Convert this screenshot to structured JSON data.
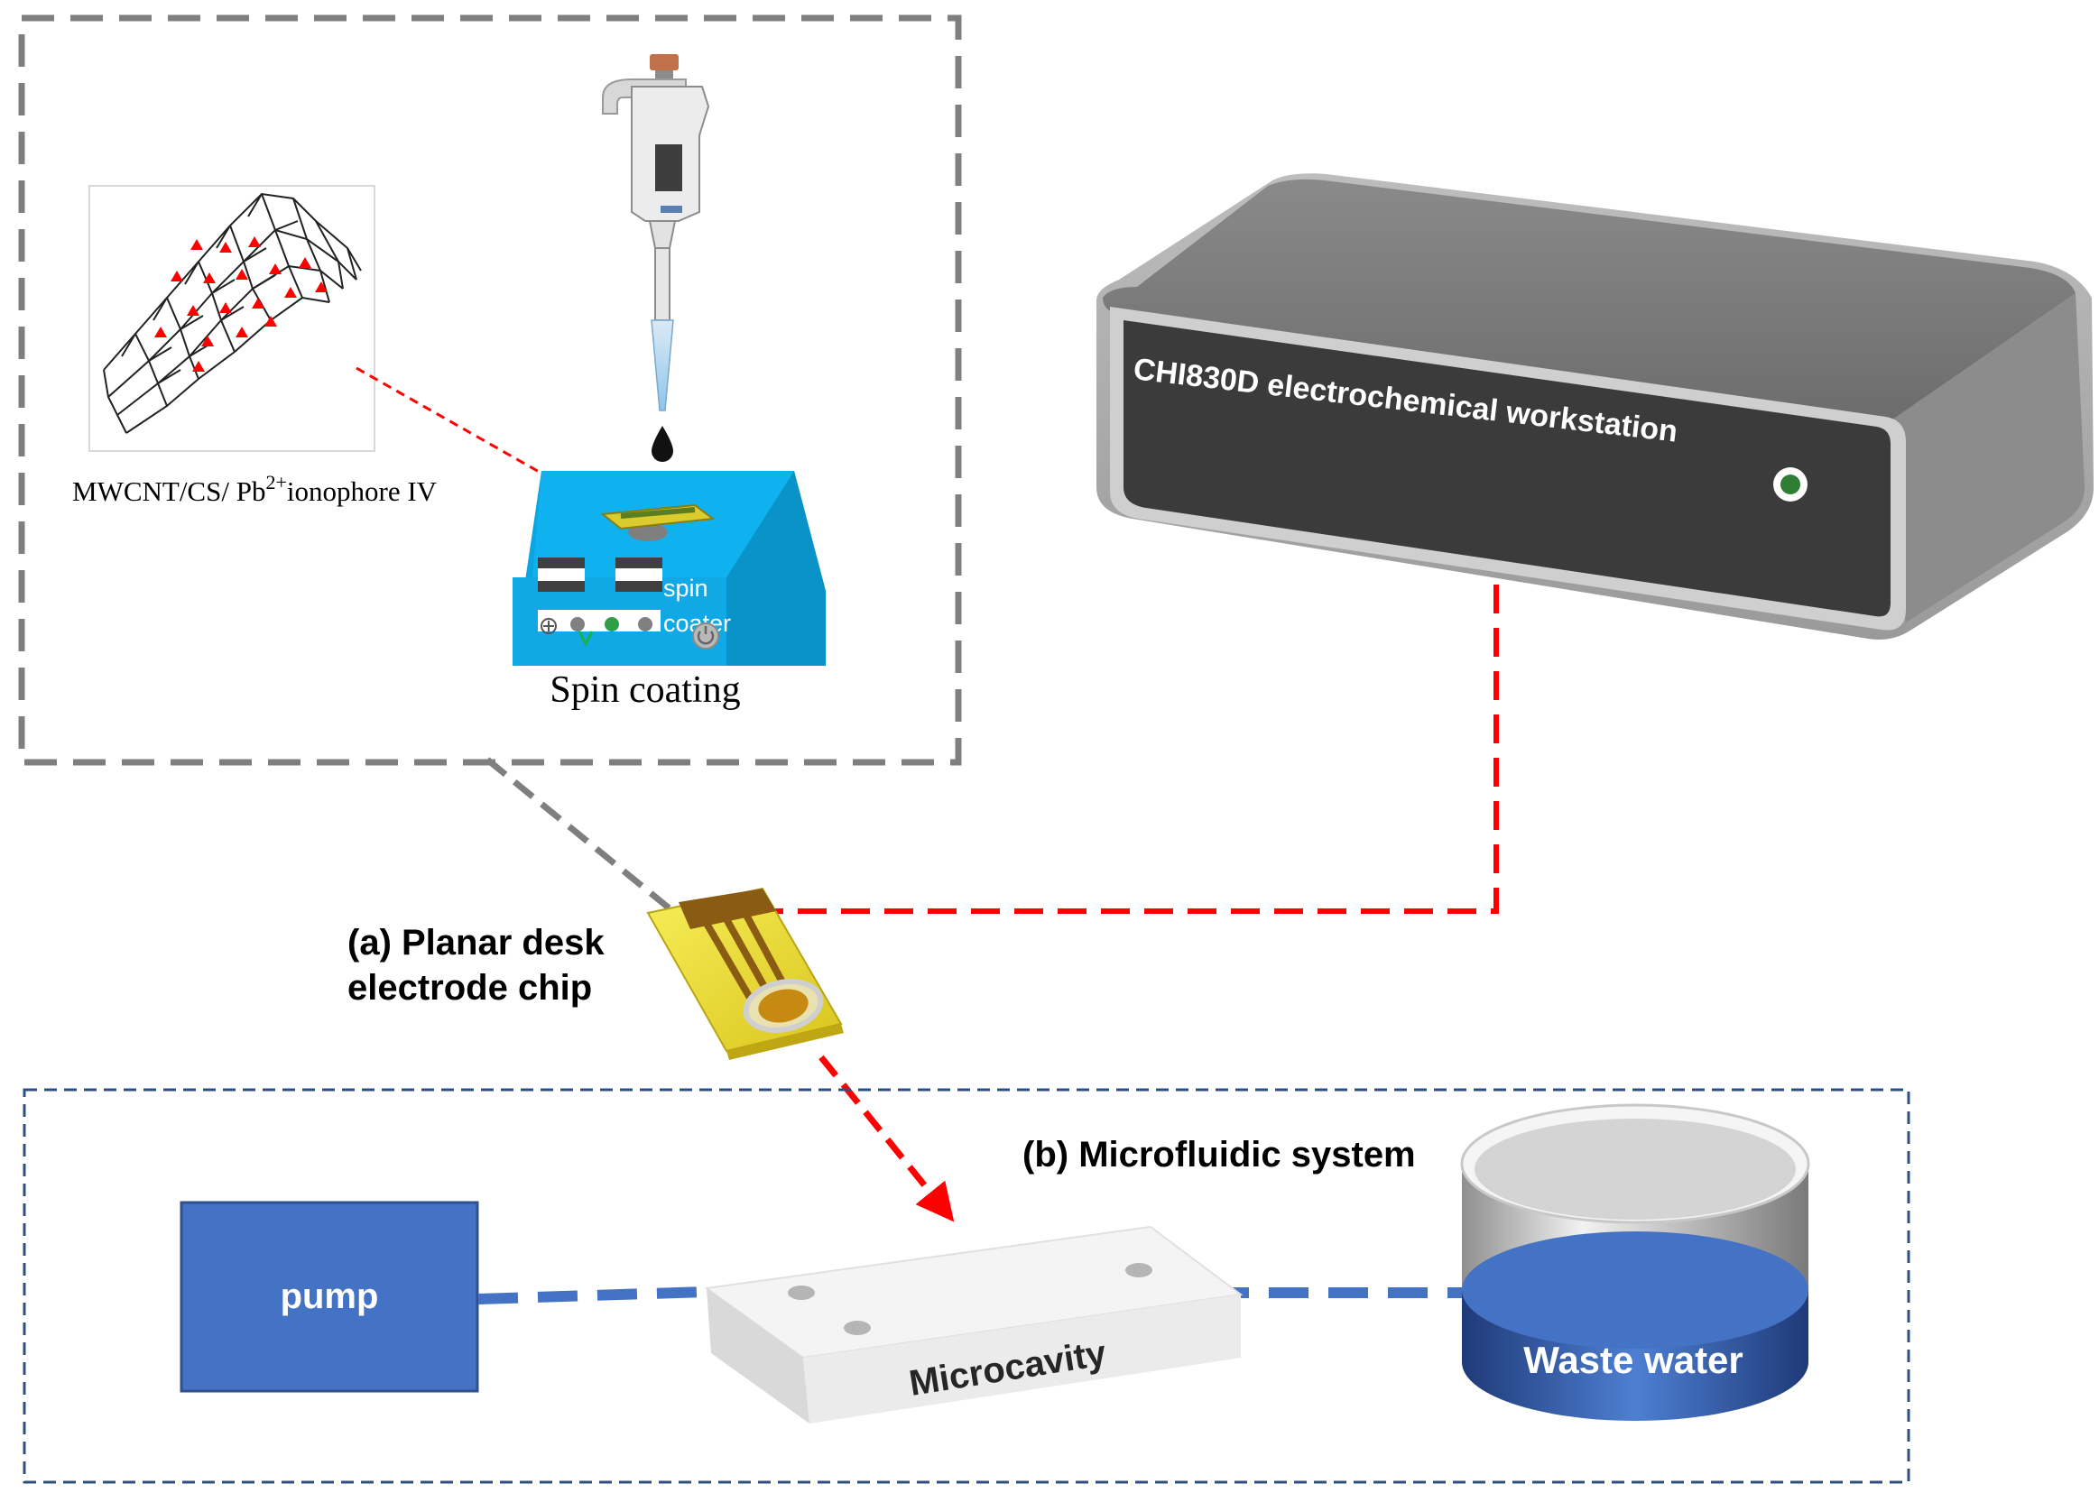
{
  "material_label": {
    "prefix": "MWCNT/CS/ Pb",
    "superscript": "2+",
    "suffix": "ionophore IV"
  },
  "spin_coater": {
    "panel_label_line1": "spin",
    "panel_label_line2": "coater",
    "caption": "Spin coating",
    "body_color": "#0aa6e2"
  },
  "workstation": {
    "label": "CHI830D electrochemical workstation"
  },
  "electrode": {
    "label_line1": "(a) Planar desk",
    "label_line2": "electrode chip"
  },
  "microfluidic": {
    "title": "(b) Microfluidic system",
    "pump_label": "pump",
    "cavity_label": "Microcavity",
    "waste_label": "Waste water",
    "pump_color": "#4472c4",
    "waste_color": "#4472c4"
  },
  "connector_colors": {
    "signal": "#ff0000",
    "prep": "#7f7f7f",
    "flow": "#4472c4",
    "frame_dark": "#2f4f7f"
  }
}
